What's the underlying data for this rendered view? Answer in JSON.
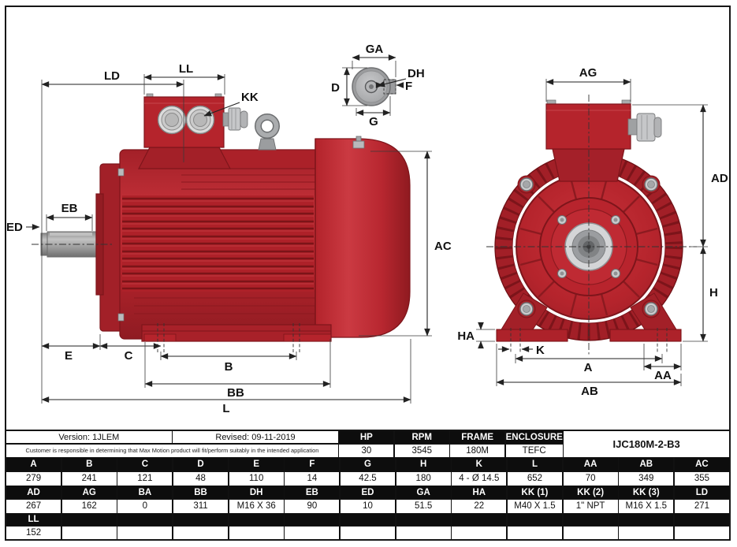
{
  "title_block": {
    "version_label": "Version: 1JLEM",
    "revised_label": "Revised: 09-11-2019",
    "disclaimer": "Customer is responsible in determining that Max Motion product will fit/perform suitably in the intended application",
    "model": "IJC180M-2-B3",
    "spec_headers": [
      "HP",
      "RPM",
      "FRAME",
      "ENCLOSURE"
    ],
    "spec_values": [
      "30",
      "3545",
      "180M",
      "TEFC"
    ]
  },
  "dim_table": {
    "row1_headers": [
      "A",
      "B",
      "C",
      "D",
      "E",
      "F",
      "G",
      "H",
      "K",
      "L",
      "AA",
      "AB",
      "AC"
    ],
    "row1_values": [
      "279",
      "241",
      "121",
      "48",
      "110",
      "14",
      "42.5",
      "180",
      "4 - Ø 14.5",
      "652",
      "70",
      "349",
      "355"
    ],
    "row2_headers": [
      "AD",
      "AG",
      "BA",
      "BB",
      "DH",
      "EB",
      "ED",
      "GA",
      "HA",
      "KK (1)",
      "KK (2)",
      "KK (3)",
      "LD"
    ],
    "row2_values": [
      "267",
      "162",
      "0",
      "311",
      "M16 X 36",
      "90",
      "10",
      "51.5",
      "22",
      "M40 X 1.5",
      "1\" NPT",
      "M16 X 1.5",
      "271"
    ],
    "row3_headers": [
      "LL",
      "",
      "",
      "",
      "",
      "",
      "",
      "",
      "",
      "",
      "",
      "",
      ""
    ],
    "row3_values": [
      "152",
      "",
      "",
      "",
      "",
      "",
      "",
      "",
      "",
      "",
      "",
      "",
      ""
    ]
  },
  "dims": {
    "LD": "LD",
    "LL": "LL",
    "KK": "KK",
    "ED": "ED",
    "EB": "EB",
    "E": "E",
    "C": "C",
    "B": "B",
    "BB": "BB",
    "L": "L",
    "AC": "AC",
    "GA": "GA",
    "D": "D",
    "DH": "DH",
    "F": "F",
    "G": "G",
    "AG": "AG",
    "AD": "AD",
    "H": "H",
    "HA": "HA",
    "K": "K",
    "A": "A",
    "AA": "AA",
    "AB": "AB"
  },
  "colors": {
    "motor_red": "#b5242c",
    "motor_red_dark": "#8c1a20",
    "motor_red_deep": "#7a141a",
    "metal_gray": "#bcbdbf",
    "shaft_gray": "#9a9a9a",
    "line_black": "#1a1a1a",
    "table_black": "#0d0d0d"
  }
}
